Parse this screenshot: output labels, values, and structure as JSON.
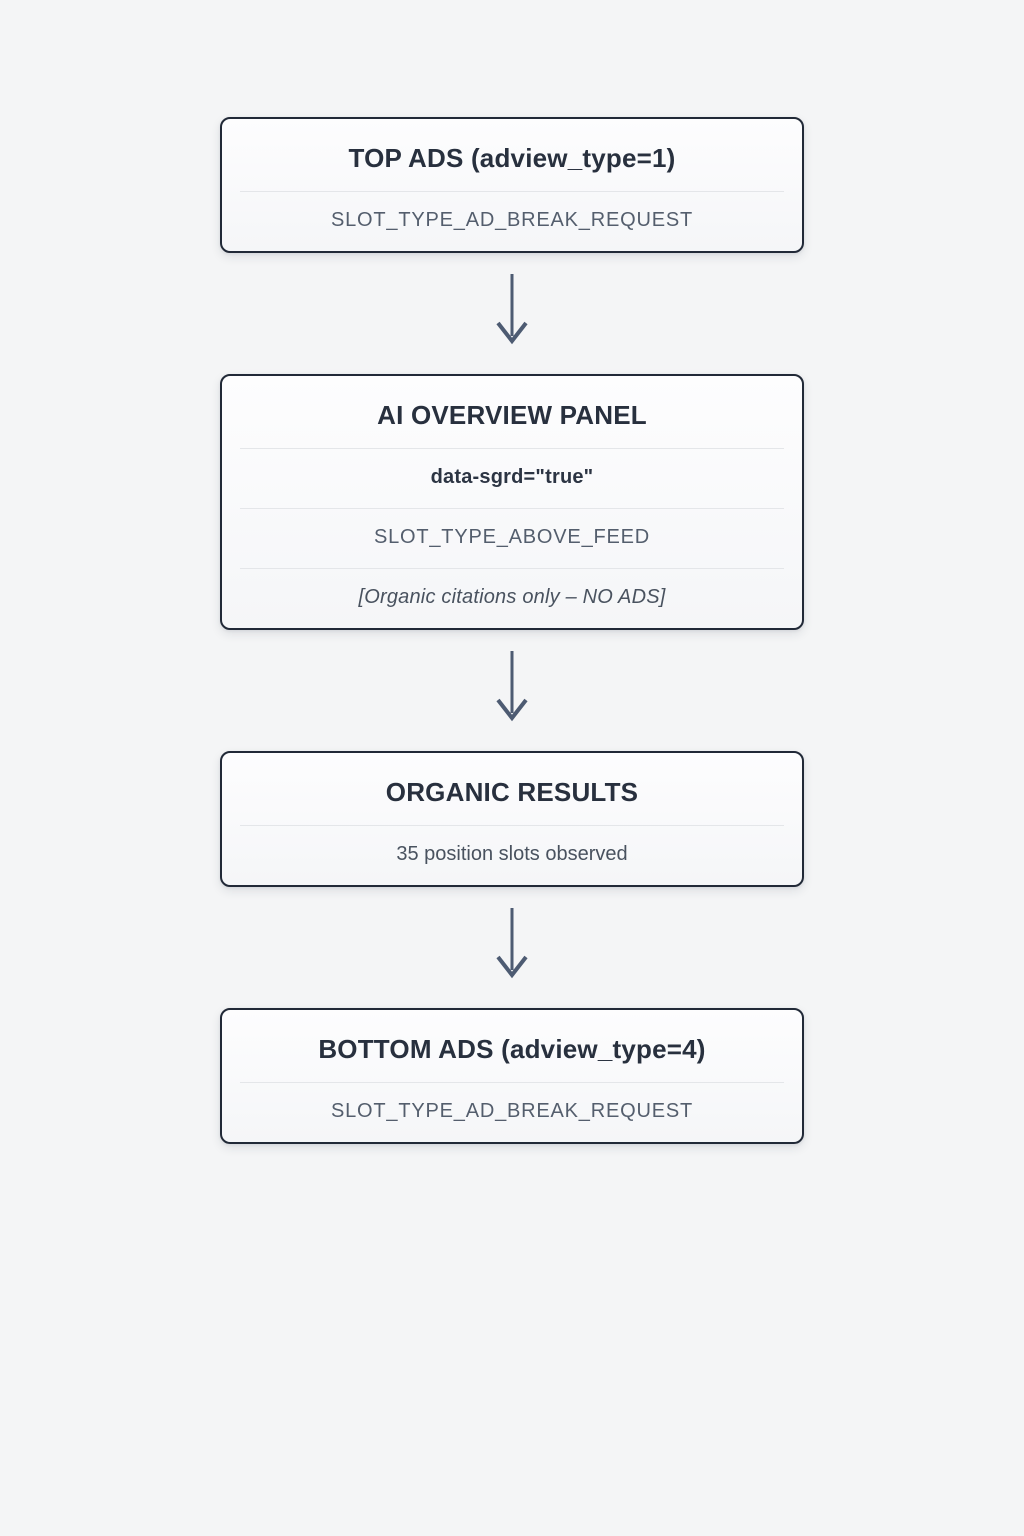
{
  "colors": {
    "page_bg": "#f4f5f6",
    "node_bg_top": "#fdfdfe",
    "node_bg_bottom": "#f5f6f8",
    "node_border": "#212937",
    "divider": "#e4e6e9",
    "title_text": "#28303e",
    "muted_text": "#545e6d",
    "code_text": "#2c3443",
    "note_text": "#49525f",
    "arrow": "#4d5b72"
  },
  "flowchart": {
    "nodes": [
      {
        "id": "top-ads",
        "title": "TOP ADS (adview_type=1)",
        "rows": [
          {
            "text": "SLOT_TYPE_AD_BREAK_REQUEST",
            "style": "slot"
          }
        ]
      },
      {
        "id": "ai-overview-panel",
        "title": "AI OVERVIEW PANEL",
        "rows": [
          {
            "text": "data-sgrd=\"true\"",
            "style": "attr"
          },
          {
            "text": "SLOT_TYPE_ABOVE_FEED",
            "style": "slot"
          },
          {
            "text": "[Organic citations only – NO ADS]",
            "style": "note"
          }
        ]
      },
      {
        "id": "organic-results",
        "title": "ORGANIC RESULTS",
        "rows": [
          {
            "text": "35 position slots observed",
            "style": "plain"
          }
        ]
      },
      {
        "id": "bottom-ads",
        "title": "BOTTOM ADS (adview_type=4)",
        "rows": [
          {
            "text": "SLOT_TYPE_AD_BREAK_REQUEST",
            "style": "slot"
          }
        ]
      }
    ]
  }
}
